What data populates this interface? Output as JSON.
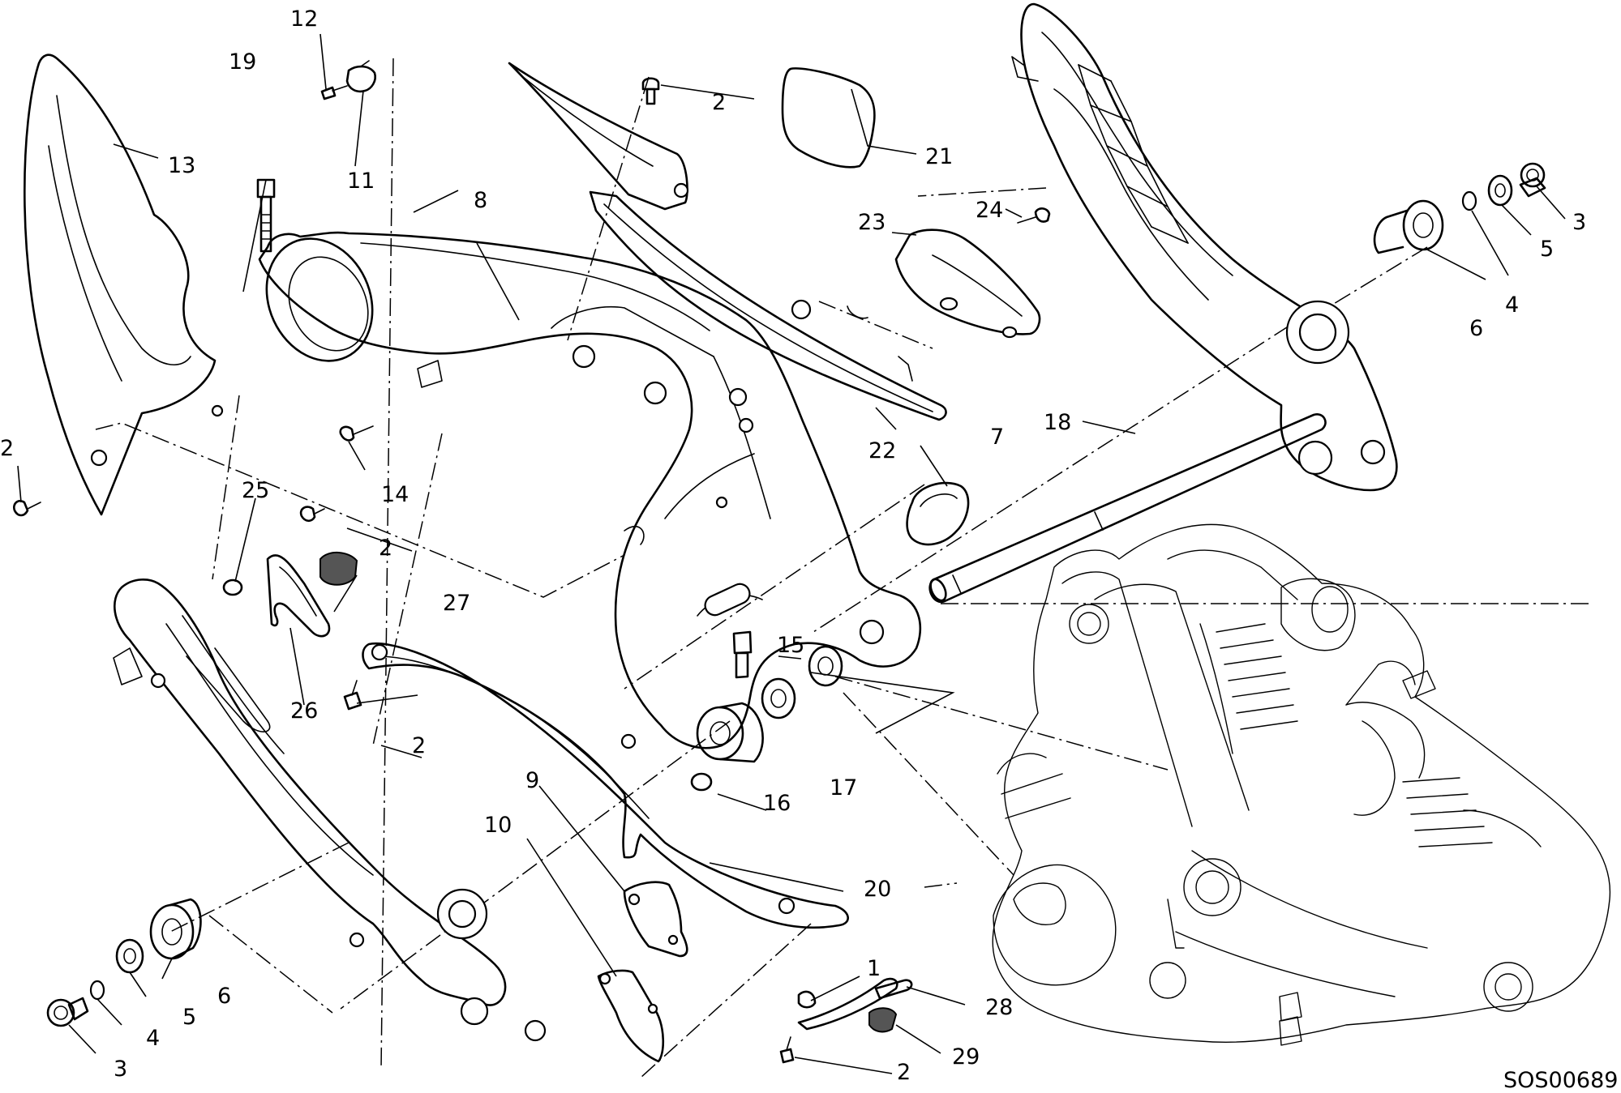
{
  "drawing": {
    "code": "SOS00689",
    "callouts": {
      "c1": "1",
      "c2a": "2",
      "c2b": "2",
      "c2c": "2",
      "c2d": "2",
      "c2e": "2",
      "c3a": "3",
      "c3b": "3",
      "c4a": "4",
      "c4b": "4",
      "c5a": "5",
      "c5b": "5",
      "c6a": "6",
      "c6b": "6",
      "c7": "7",
      "c8": "8",
      "c9": "9",
      "c10": "10",
      "c11": "11",
      "c12": "12",
      "c13": "13",
      "c14": "14",
      "c15": "15",
      "c16": "16",
      "c17": "17",
      "c18": "18",
      "c19": "19",
      "c20": "20",
      "c21": "21",
      "c22": "22",
      "c23": "23",
      "c24": "24",
      "c25": "25",
      "c26": "26",
      "c27": "27",
      "c28": "28",
      "c29": "29"
    }
  }
}
